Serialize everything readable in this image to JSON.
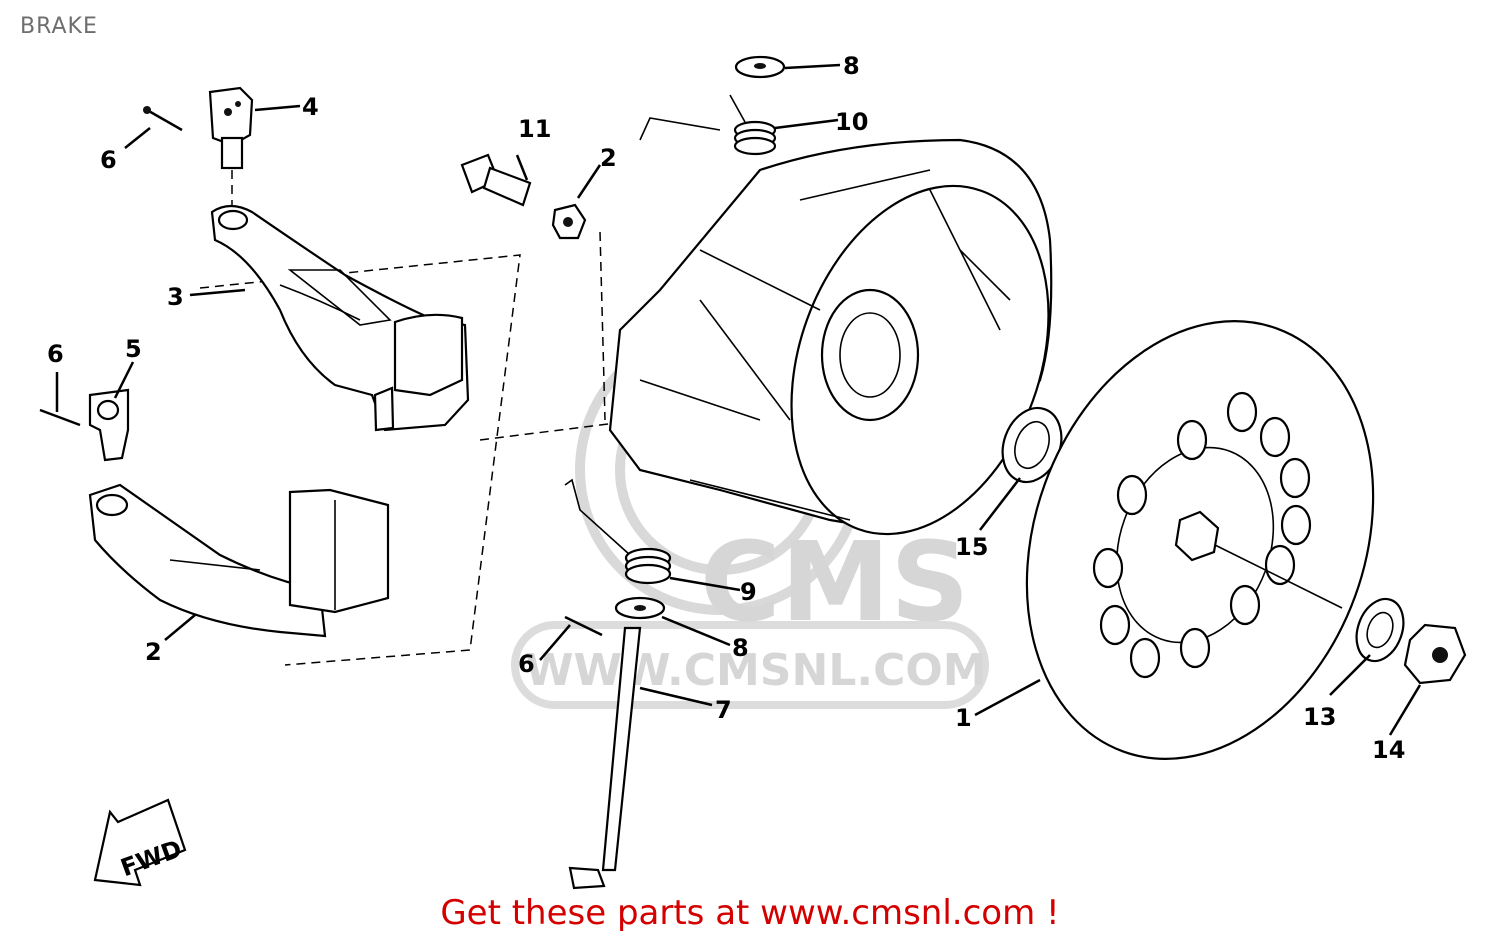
{
  "page": {
    "title": "BRAKE",
    "footer": "Get these parts at www.cmsnl.com !"
  },
  "watermark": {
    "brand": "CMS",
    "url": "WWW.CMSNL.COM"
  },
  "callouts": [
    "1",
    "2",
    "2",
    "3",
    "4",
    "5",
    "6",
    "6",
    "6",
    "7",
    "8",
    "8",
    "9",
    "10",
    "11",
    "13",
    "14",
    "15"
  ],
  "direction_marker": "FWD",
  "colors": {
    "footer_text": "#d40000",
    "title_text": "#6e6e6e",
    "line_art": "#000000",
    "watermark": "#d6d6d6"
  }
}
